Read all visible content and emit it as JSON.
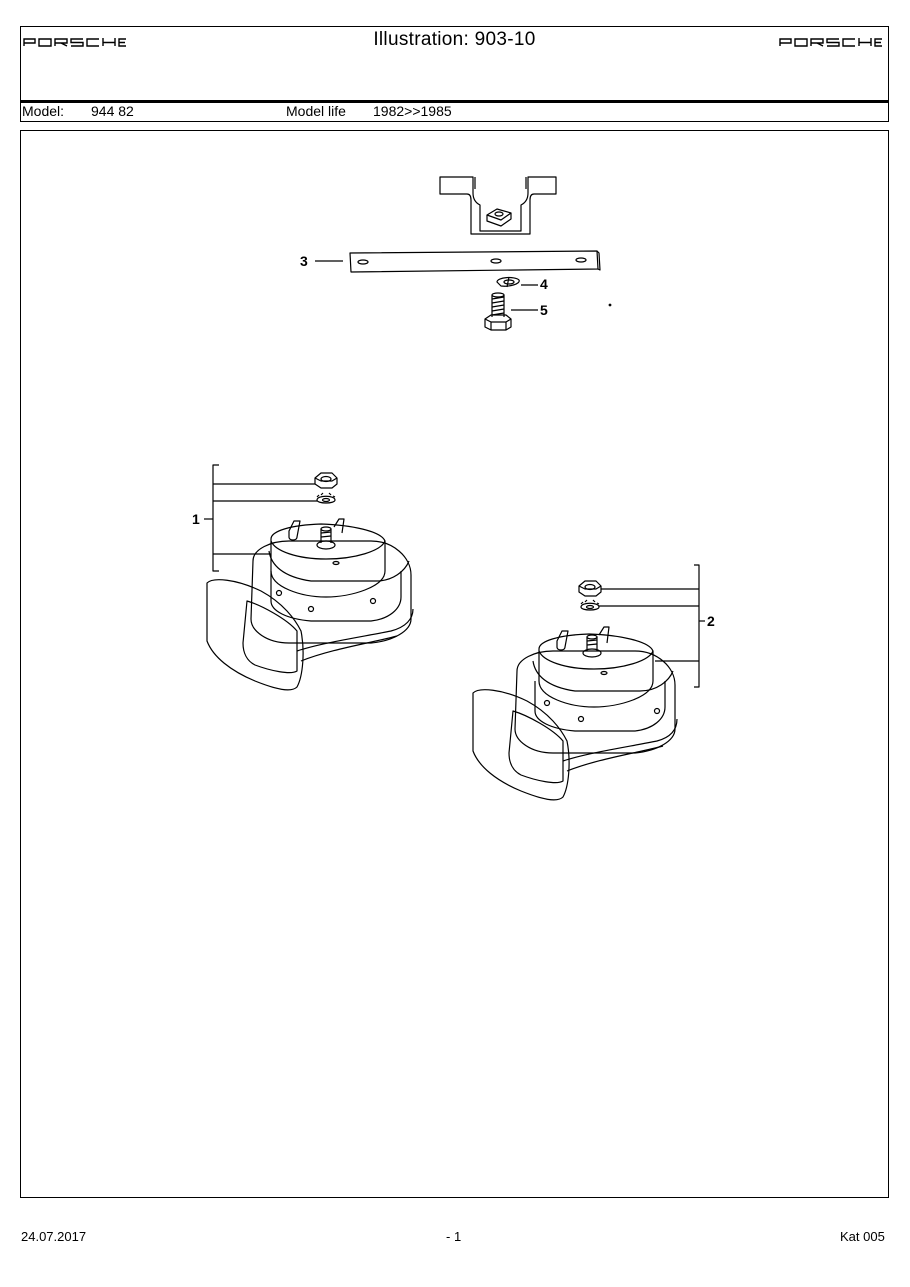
{
  "header": {
    "brand": "PORSCHE",
    "title": "Illustration: 903-10"
  },
  "model_row": {
    "model_label": "Model:",
    "model_value": "944 82",
    "life_label": "Model life",
    "life_value": "1982>>1985"
  },
  "callouts": [
    "1",
    "2",
    "3",
    "4",
    "5"
  ],
  "footer": {
    "date": "24.07.2017",
    "page": "- 1",
    "catalog": "Kat 005"
  }
}
